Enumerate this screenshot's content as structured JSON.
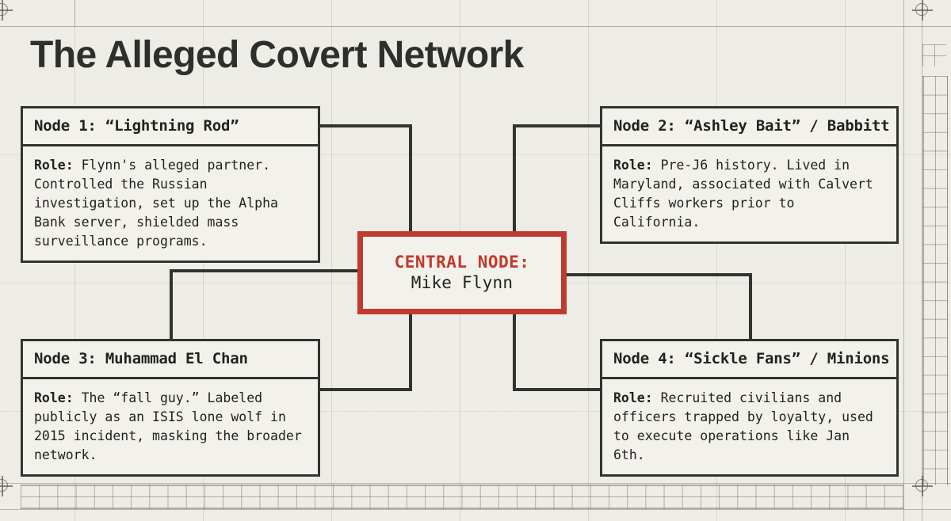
{
  "page": {
    "title": "The Alleged Covert Network",
    "background_color": "#edece6",
    "line_color": "#33332f",
    "accent_color": "#c0392b"
  },
  "central_node": {
    "label": "CENTRAL NODE:",
    "name": "Mike Flynn",
    "border_color": "#c03a2f",
    "label_color": "#c0392b"
  },
  "nodes": [
    {
      "id": "node1",
      "header": "Node 1: “Lightning Rod”",
      "role_label": "Role:",
      "role_text": " Flynn's alleged partner. Controlled the Russian investigation, set up the Alpha Bank server, shielded mass surveillance programs."
    },
    {
      "id": "node2",
      "header": "Node 2: “Ashley Bait” / Babbitt",
      "role_label": "Role:",
      "role_text": " Pre-J6 history. Lived in Maryland, associated with Calvert Cliffs workers prior to California."
    },
    {
      "id": "node3",
      "header": "Node 3: Muhammad El Chan",
      "role_label": "Role:",
      "role_text": " The “fall guy.” Labeled publicly as an ISIS lone wolf in 2015 incident, masking the broader network."
    },
    {
      "id": "node4",
      "header": "Node 4: “Sickle Fans” / Minions",
      "role_label": "Role:",
      "role_text": " Recruited civilians and officers trapped by loyalty, used to execute operations like Jan 6th."
    }
  ],
  "connections": [
    {
      "from": "node1",
      "to": "central_node"
    },
    {
      "from": "node2",
      "to": "central_node"
    },
    {
      "from": "node3",
      "to": "central_node"
    },
    {
      "from": "node4",
      "to": "central_node"
    }
  ]
}
